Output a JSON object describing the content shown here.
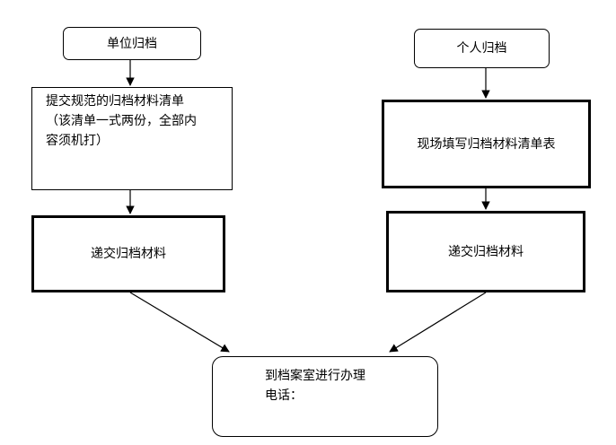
{
  "flowchart": {
    "left_branch": {
      "start": "单位归档",
      "step1_lines": [
        "提交规范的归档材料清单",
        "（该清单一式两份，全部内",
        "容须机打）"
      ],
      "step2": "递交归档材料"
    },
    "right_branch": {
      "start": "个人归档",
      "step1": "现场填写归档材料清单表",
      "step2": "递交归档材料"
    },
    "end": {
      "line1": "到档案室进行办理",
      "line2": "电话："
    }
  },
  "colors": {
    "stroke": "#000000",
    "background": "#ffffff",
    "text": "#000000"
  }
}
